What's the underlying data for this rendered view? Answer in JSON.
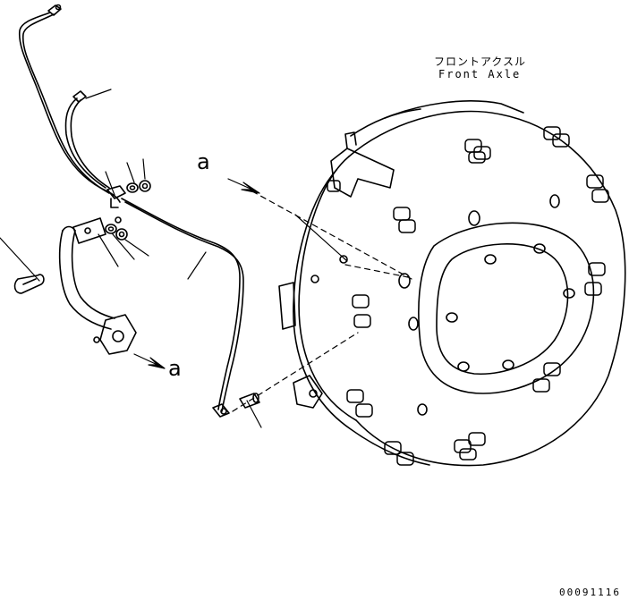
{
  "labels": {
    "part_name_ja": "フロントアクスル",
    "part_name_en": "Front Axle",
    "ref_top": "a",
    "ref_bottom": "a",
    "doc_number": "00091116"
  },
  "colors": {
    "line": "#000000",
    "background": "#ffffff"
  }
}
